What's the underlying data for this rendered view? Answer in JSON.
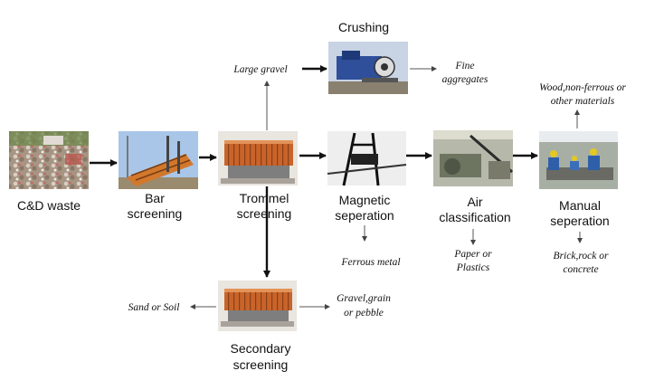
{
  "stages": {
    "cd_waste": "C&D waste",
    "bar_screening": [
      "Bar",
      "screening"
    ],
    "trommel_screening": [
      "Trommel",
      "screening"
    ],
    "magnetic_separation": [
      "Magnetic",
      "seperation"
    ],
    "air_classification": [
      "Air",
      "classification"
    ],
    "manual_separation": [
      "Manual",
      "seperation"
    ],
    "crushing": "Crushing",
    "secondary_screening": [
      "Secondary",
      "screening"
    ]
  },
  "outputs": {
    "large_gravel": "Large gravel",
    "fine_aggregates": [
      "Fine",
      "aggregates"
    ],
    "wood_nonferrous": [
      "Wood,non-ferrous or",
      "other materials"
    ],
    "ferrous_metal": "Ferrous metal",
    "paper_plastics": [
      "Paper or",
      "Plastics"
    ],
    "brick_rock_concrete": [
      "Brick,rock or",
      "concrete"
    ],
    "sand_soil": "Sand or Soil",
    "gravel_grain_pebble": [
      "Gravel,grain",
      "or pebble"
    ]
  },
  "colors": {
    "trommel_orange": "#c8642a",
    "bar_orange": "#d2782d",
    "sky": "#a9c6e8",
    "arrow": "#111111",
    "thin_arrow": "#555555"
  },
  "icons": {
    "cd_waste": "rubble-photo",
    "bar_screening": "bar-screen-machine-photo",
    "trommel": "trommel-drum-photo",
    "crushing": "crusher-machine-photo",
    "magnetic": "magnetic-separator-photo",
    "air": "air-classifier-photo",
    "manual": "manual-sorting-workers-photo",
    "secondary": "secondary-trommel-photo"
  }
}
